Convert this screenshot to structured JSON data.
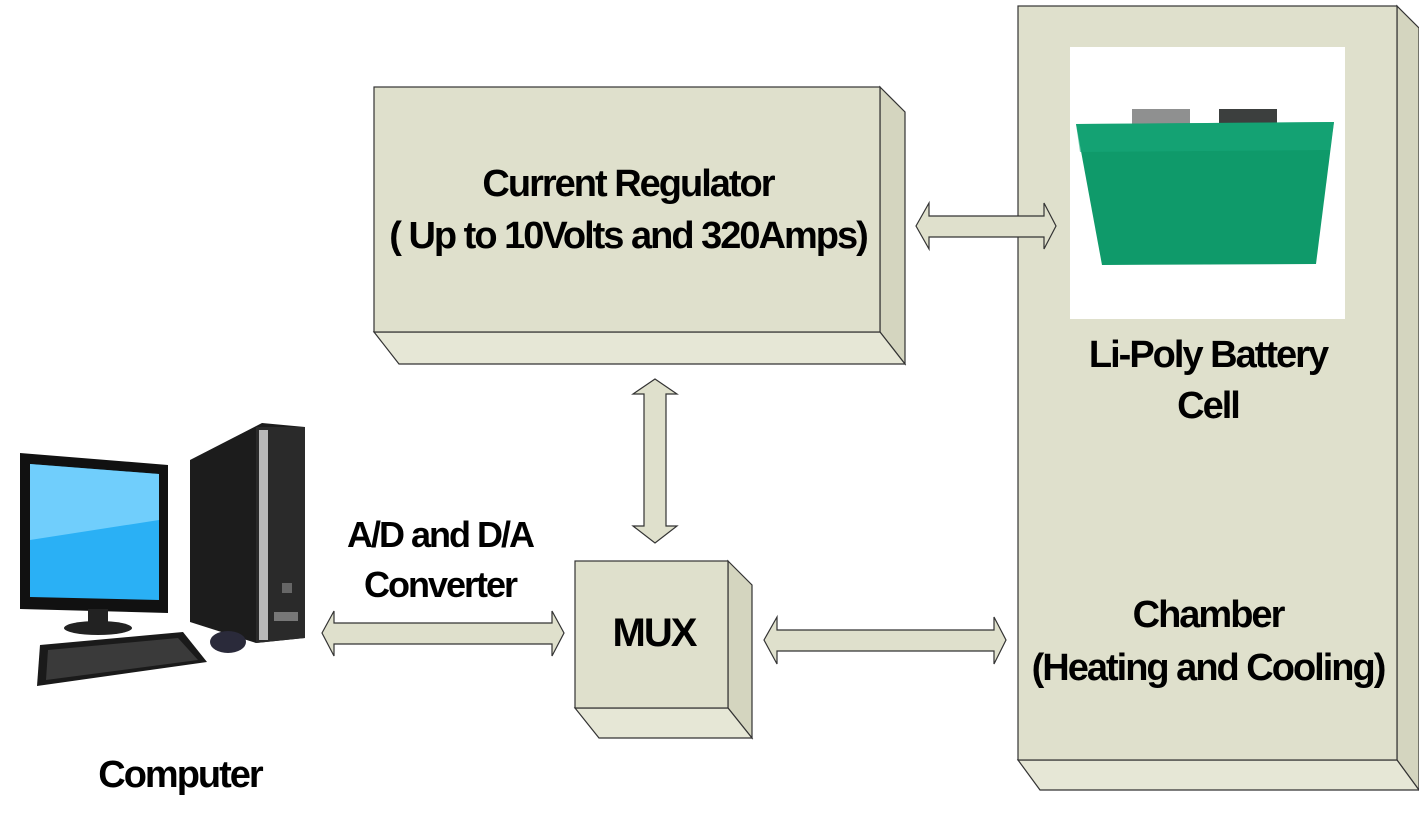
{
  "colors": {
    "box_fill": "#dfe0cc",
    "box_side": "#d4d5bf",
    "box_bottom": "#e6e7d6",
    "outline": "#333333",
    "battery_green": "#0f9a6a",
    "battery_tab": "#8a8a8a"
  },
  "current_regulator": {
    "line1": "Current Regulator",
    "line2": "( Up to 10Volts and 320Amps)"
  },
  "battery": {
    "line1": "Li-Poly Battery",
    "line2": "Cell"
  },
  "chamber": {
    "line1": "Chamber",
    "line2": "(Heating and Cooling)"
  },
  "mux": {
    "label": "MUX"
  },
  "converter": {
    "line1": "A/D and D/A",
    "line2": "Converter"
  },
  "computer": {
    "label": "Computer",
    "icon": "desktop-computer-icon"
  }
}
